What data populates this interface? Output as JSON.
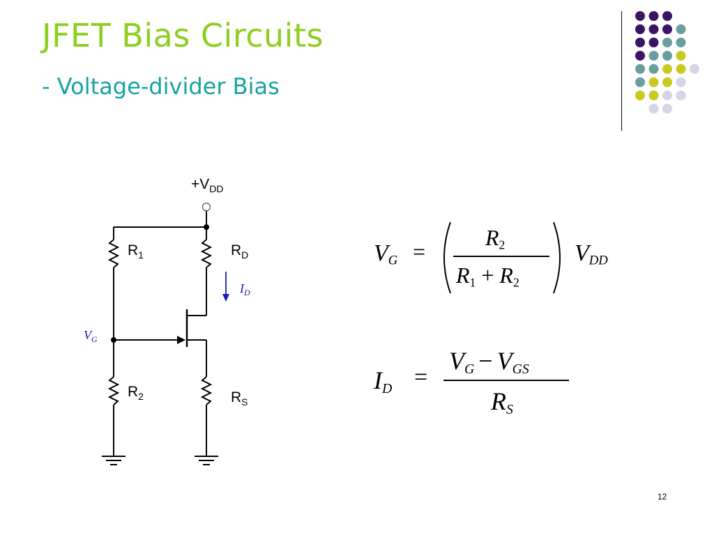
{
  "slide": {
    "title": "JFET Bias Circuits",
    "subtitle": "- Voltage-divider Bias",
    "page_number": "12",
    "colors": {
      "title": "#8ccf1e",
      "subtitle": "#17a2a2",
      "purple": "#3b1466",
      "teal": "#6a9e9e",
      "yellow": "#c9c91e",
      "lavender": "#d5d5e6",
      "blue_label": "#1a1ab8"
    }
  },
  "circuit": {
    "vdd_label": "+V",
    "vdd_sub": "DD",
    "r1_label": "R",
    "r1_sub": "1",
    "r2_label": "R",
    "r2_sub": "2",
    "rd_label": "R",
    "rd_sub": "D",
    "rs_label": "R",
    "rs_sub": "S",
    "vg_label": "V",
    "vg_sub": "G",
    "id_label": "I",
    "id_sub": "D"
  },
  "equations": {
    "eq1": {
      "lhs": "V",
      "lhs_sub": "G",
      "equals": "=",
      "num": "R",
      "num_sub": "2",
      "den_a": "R",
      "den_a_sub": "1",
      "plus": "+",
      "den_b": "R",
      "den_b_sub": "2",
      "rhs": "V",
      "rhs_sub": "DD"
    },
    "eq2": {
      "lhs": "I",
      "lhs_sub": "D",
      "equals": "=",
      "num_a": "V",
      "num_a_sub": "G",
      "minus": "−",
      "num_b": "V",
      "num_b_sub": "GS",
      "den": "R",
      "den_sub": "S"
    }
  }
}
